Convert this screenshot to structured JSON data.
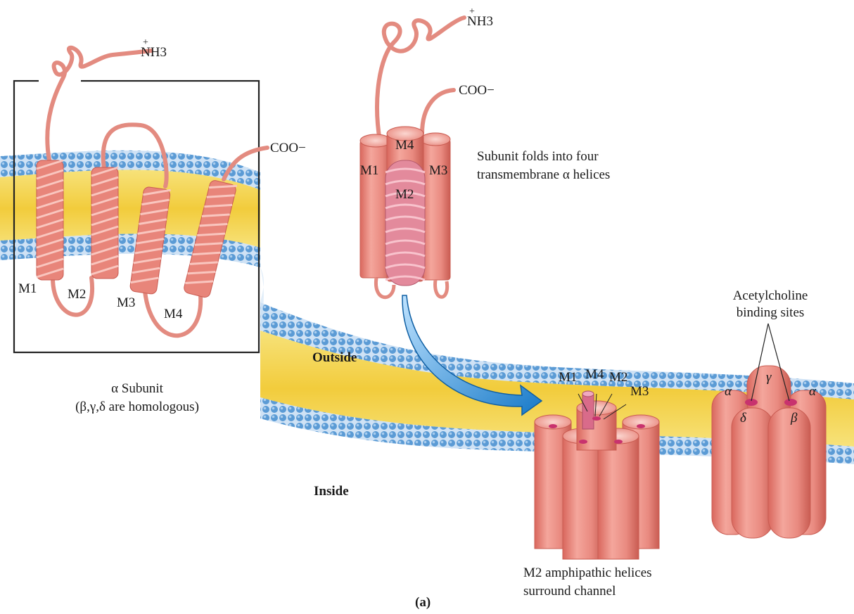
{
  "labels": {
    "nh3_left": "NH3",
    "nh3_left_charge": "+",
    "coo_left": "COO−",
    "helix_m1": "M1",
    "helix_m2": "M2",
    "helix_m3": "M3",
    "helix_m4": "M4",
    "alpha_subunit": "α Subunit",
    "homologous": "(β,γ,δ are homologous)",
    "nh3_top": "NH3",
    "nh3_top_charge": "+",
    "coo_top": "COO−",
    "bundle_m1": "M1",
    "bundle_m2": "M2",
    "bundle_m3": "M3",
    "bundle_m4": "M4",
    "fold_line1": "Subunit folds into four",
    "fold_line2": "transmembrane α helices",
    "outside": "Outside",
    "inside": "Inside",
    "pent_m1": "M1",
    "pent_m4": "M4",
    "pent_m2": "M2",
    "pent_m3": "M3",
    "ach_line1": "Acetylcholine",
    "ach_line2": "binding sites",
    "sub_alpha_left": "α",
    "sub_gamma": "γ",
    "sub_alpha_right": "α",
    "sub_delta": "δ",
    "sub_beta": "β",
    "channel_line1": "M2 amphipathic helices",
    "channel_line2": "surround channel",
    "panel": "(a)"
  },
  "colors": {
    "lipid_head": "#5b9bd5",
    "lipid_tail": "#f2d24a",
    "helix": "#e8857a",
    "helix_dark": "#c95c52",
    "arrow": "#2b8fd8",
    "binding_site": "#c8326e"
  }
}
